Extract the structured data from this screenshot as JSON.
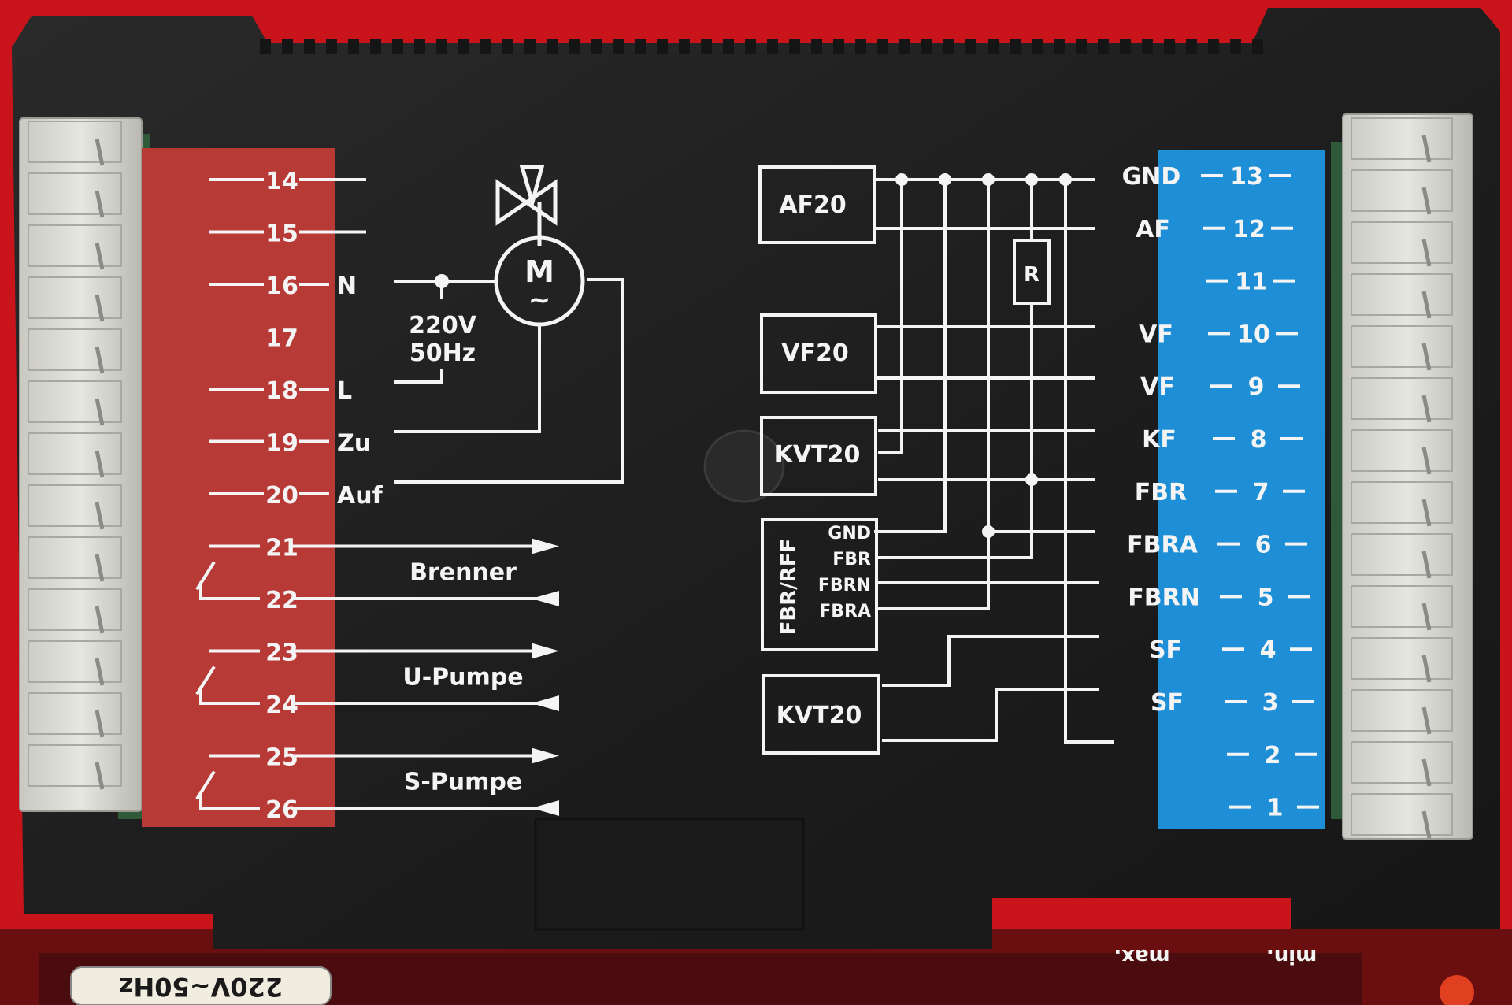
{
  "left_terminals": [
    {
      "num": "14",
      "sig": ""
    },
    {
      "num": "15",
      "sig": ""
    },
    {
      "num": "16",
      "sig": "N"
    },
    {
      "num": "17",
      "sig": ""
    },
    {
      "num": "18",
      "sig": "L"
    },
    {
      "num": "19",
      "sig": "Zu"
    },
    {
      "num": "20",
      "sig": "Auf"
    },
    {
      "num": "21",
      "sig": ""
    },
    {
      "num": "22",
      "sig": ""
    },
    {
      "num": "23",
      "sig": ""
    },
    {
      "num": "24",
      "sig": ""
    },
    {
      "num": "25",
      "sig": ""
    },
    {
      "num": "26",
      "sig": ""
    }
  ],
  "motor": {
    "letter": "M",
    "tilde": "~",
    "voltage": "220V",
    "frequency": "50Hz"
  },
  "outputs": [
    "Brenner",
    "U-Pumpe",
    "S-Pumpe"
  ],
  "modules": {
    "af": "AF20",
    "vf": "VF20",
    "kvt_top": "KVT20",
    "kvt_bottom": "KVT20",
    "fbr": "FBR/RFF",
    "resistor": "R"
  },
  "fbr_pins": [
    "GND",
    "FBR",
    "FBRN",
    "FBRA"
  ],
  "right_terminals": [
    {
      "num": "13",
      "sig": "GND"
    },
    {
      "num": "12",
      "sig": "AF"
    },
    {
      "num": "11",
      "sig": ""
    },
    {
      "num": "10",
      "sig": "VF"
    },
    {
      "num": "9",
      "sig": "VF"
    },
    {
      "num": "8",
      "sig": "KF"
    },
    {
      "num": "7",
      "sig": "FBR"
    },
    {
      "num": "6",
      "sig": "FBRA"
    },
    {
      "num": "5",
      "sig": "FBRN"
    },
    {
      "num": "4",
      "sig": "SF"
    },
    {
      "num": "3",
      "sig": "SF"
    },
    {
      "num": "2",
      "sig": ""
    },
    {
      "num": "1",
      "sig": ""
    }
  ],
  "bottom_label": {
    "power": "220V~50Hz",
    "min": "min.",
    "max": "max."
  },
  "colors": {
    "housing": "#c8141a",
    "panel": "#202020",
    "red_zone": "#b83a37",
    "blue_zone": "#1e8fd6",
    "print": "#f4f4f4"
  }
}
